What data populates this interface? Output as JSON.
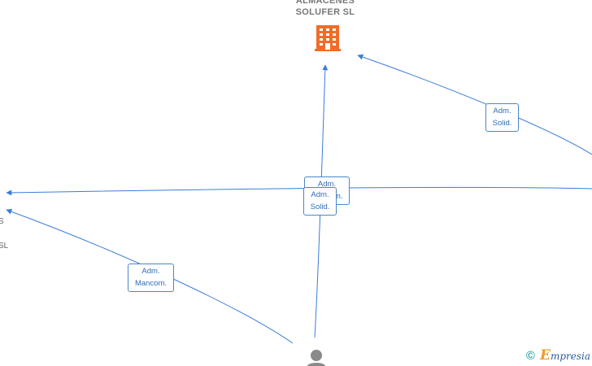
{
  "company": {
    "name_line1": "ALMACENES",
    "name_line2": "SOLUFER  SL"
  },
  "side_texts": {
    "left_a": "S",
    "left_b": "SL"
  },
  "edges": [
    {
      "id": "e1",
      "label_line1": "Adm.",
      "label_line2": "Solid."
    },
    {
      "id": "e2",
      "label_line1": "Adm.",
      "label_line2": "Mancom."
    },
    {
      "id": "e3",
      "label_line1": "Adm.",
      "label_line2": "Solid."
    },
    {
      "id": "e4",
      "label_line1": "Adm.",
      "label_line2": "Mancom."
    }
  ],
  "footer": {
    "copyright": "©",
    "brand_first": "E",
    "brand_rest": "mpresia"
  },
  "colors": {
    "edge": "#3b7dd8",
    "company_icon": "#f26b2a",
    "person_icon": "#8a8a8a"
  },
  "icons": {
    "company": "building-icon",
    "person": "person-icon"
  }
}
